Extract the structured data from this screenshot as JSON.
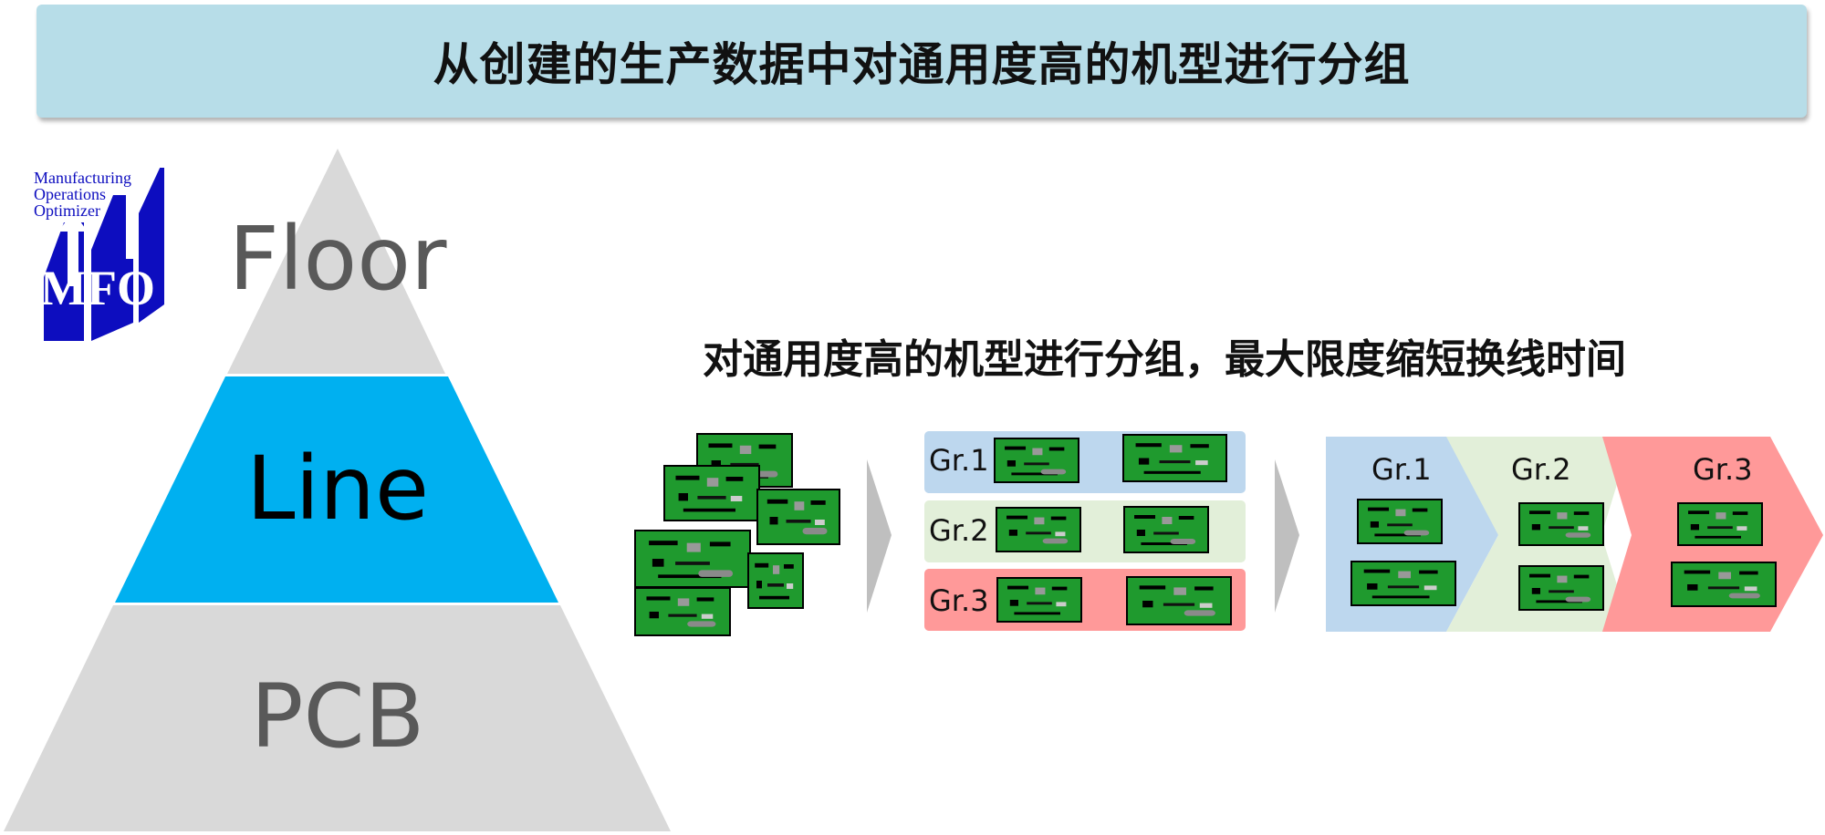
{
  "header": {
    "title": "从创建的生产数据中对通用度高的机型进行分组"
  },
  "pyramid": {
    "tiers": [
      "Floor",
      "Line",
      "PCB"
    ],
    "highlighted": "Line"
  },
  "logo": {
    "lines": [
      "Manufacturing",
      "Operations",
      "Optimizer"
    ],
    "mark": "MFO"
  },
  "subtitle": "对通用度高的机型进行分组，最大限度缩短换线时间",
  "groups_table": {
    "labels": [
      "Gr.1",
      "Gr.2",
      "Gr.3"
    ]
  },
  "flow": {
    "labels": [
      "Gr.1",
      "Gr.2",
      "Gr.3"
    ]
  },
  "colors": {
    "banner": "#b7dde8",
    "pyramid_gray": "#d9d9d9",
    "pyramid_highlight": "#00b0f0",
    "group1": "#bdd7ee",
    "group2": "#e2efd9",
    "group3": "#ff9999",
    "pcb_green": "#1f9a2e",
    "logo_blue": "#0d0dbf"
  }
}
